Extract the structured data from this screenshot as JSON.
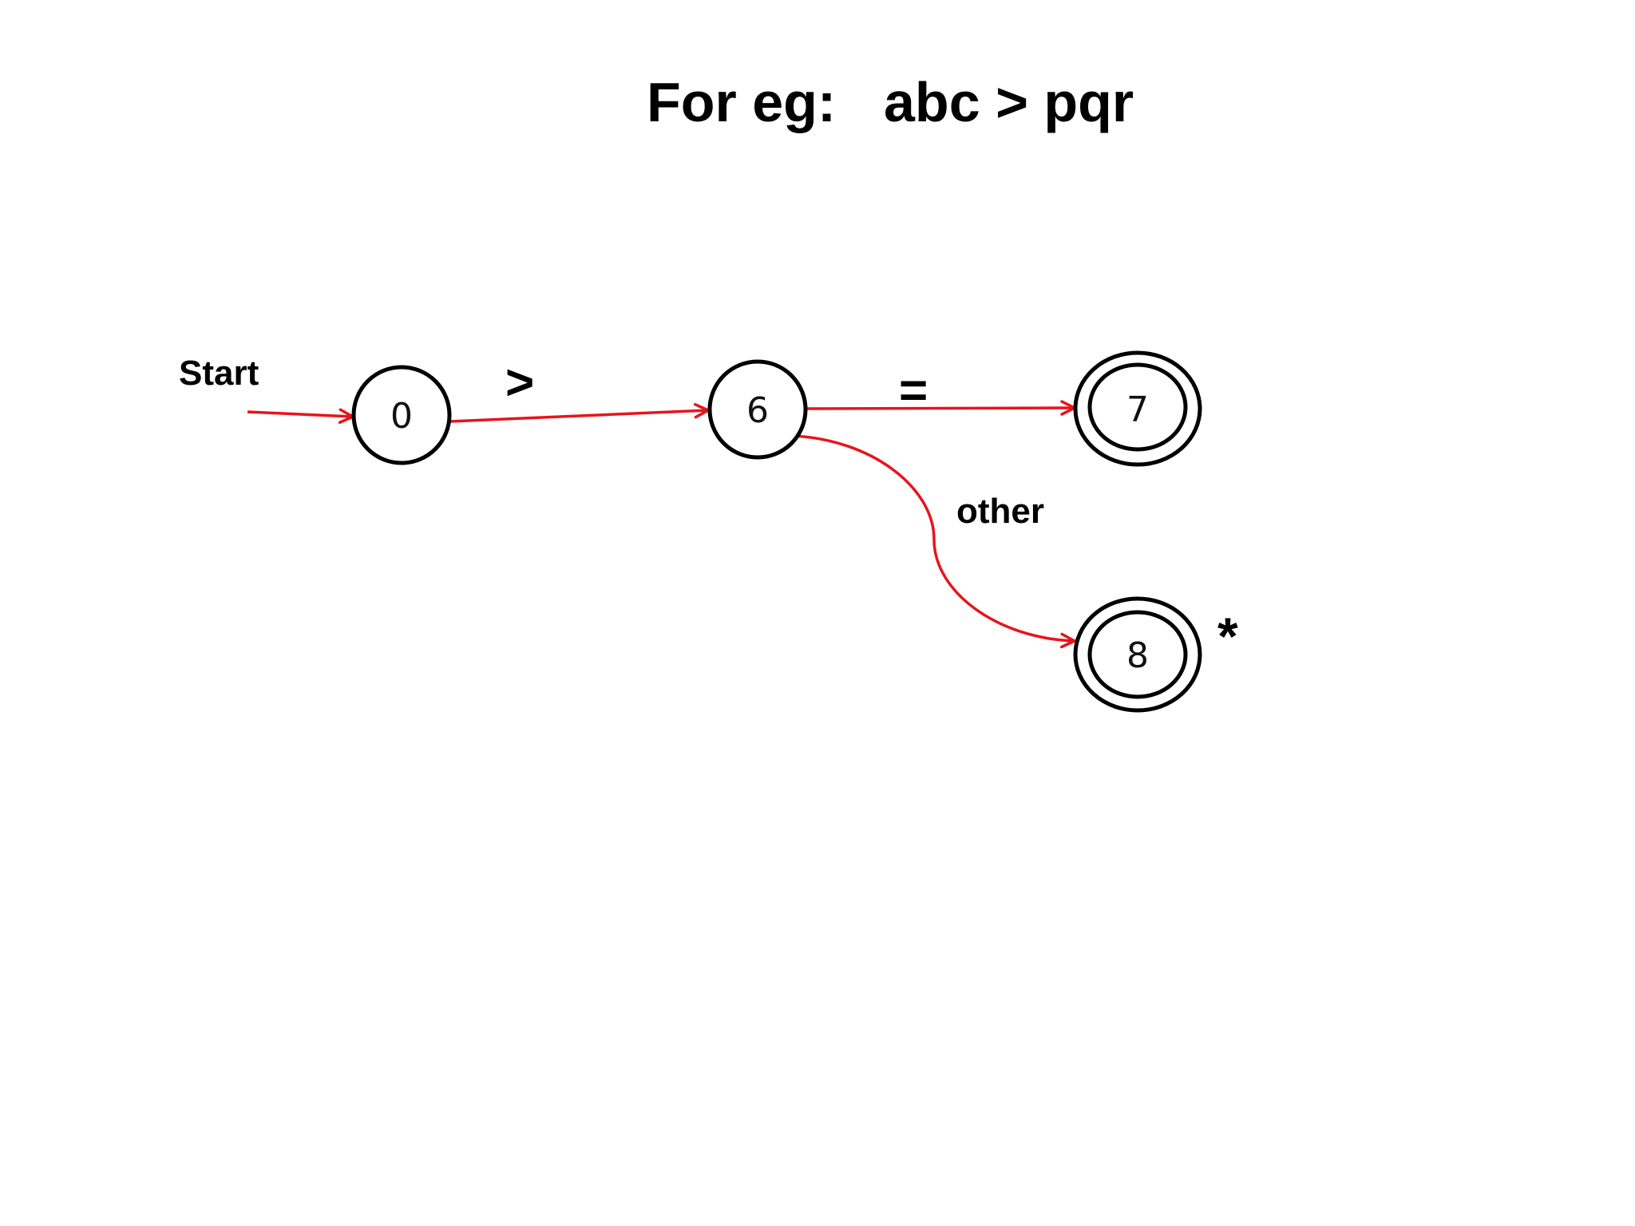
{
  "title": {
    "prefix": "For eg:",
    "example": "abc > pqr"
  },
  "start_label": "Start",
  "colors": {
    "edge": "#e8141c",
    "stroke": "#000000",
    "background": "#ffffff"
  },
  "states": [
    {
      "id": "0",
      "label": "0",
      "accepting": false
    },
    {
      "id": "6",
      "label": "6",
      "accepting": false
    },
    {
      "id": "7",
      "label": "7",
      "accepting": true
    },
    {
      "id": "8",
      "label": "8",
      "accepting": true,
      "retract_marker": "*"
    }
  ],
  "transitions": [
    {
      "from": "start",
      "to": "0",
      "label": "Start"
    },
    {
      "from": "0",
      "to": "6",
      "label": ">"
    },
    {
      "from": "6",
      "to": "7",
      "label": "="
    },
    {
      "from": "6",
      "to": "8",
      "label": "other"
    }
  ]
}
